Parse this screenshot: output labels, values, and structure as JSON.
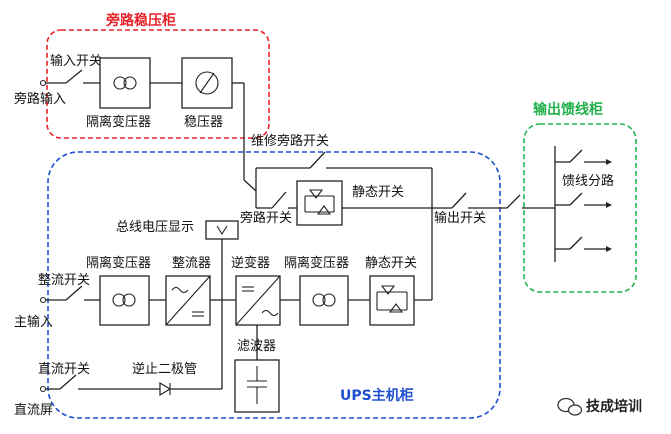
{
  "cabinets": {
    "bypass_stabilizer": "旁路稳压柜",
    "output_feeder": "输出馈线柜",
    "ups_main": "UPS主机柜"
  },
  "labels": {
    "input_switch": "输入开关",
    "bypass_input": "旁路输入",
    "isolation_transformer_top": "隔离变压器",
    "stabilizer": "稳压器",
    "maintenance_bypass_switch": "维修旁路开关",
    "static_switch_top": "静态开关",
    "bypass_switch": "旁路开关",
    "bus_voltage_display": "总线电压显示",
    "output_switch": "输出开关",
    "feeder_branch": "馈线分路",
    "isolation_transformer_left": "隔离变压器",
    "rectifier": "整流器",
    "inverter": "逆变器",
    "isolation_transformer_right": "隔离变压器",
    "static_switch_bottom": "静态开关",
    "rectifier_switch": "整流开关",
    "main_input": "主输入",
    "filter": "滤波器",
    "dc_switch": "直流开关",
    "blocking_diode": "逆止二极管",
    "dc_panel": "直流屏"
  },
  "watermark": {
    "text": "技成培训",
    "icon": "wechat-icon"
  },
  "colors": {
    "bypass_cabinet_border": "#e8232a",
    "feeder_cabinet_border": "#22b14c",
    "ups_cabinet_border": "#1f4fd1",
    "wire": "#222222"
  }
}
